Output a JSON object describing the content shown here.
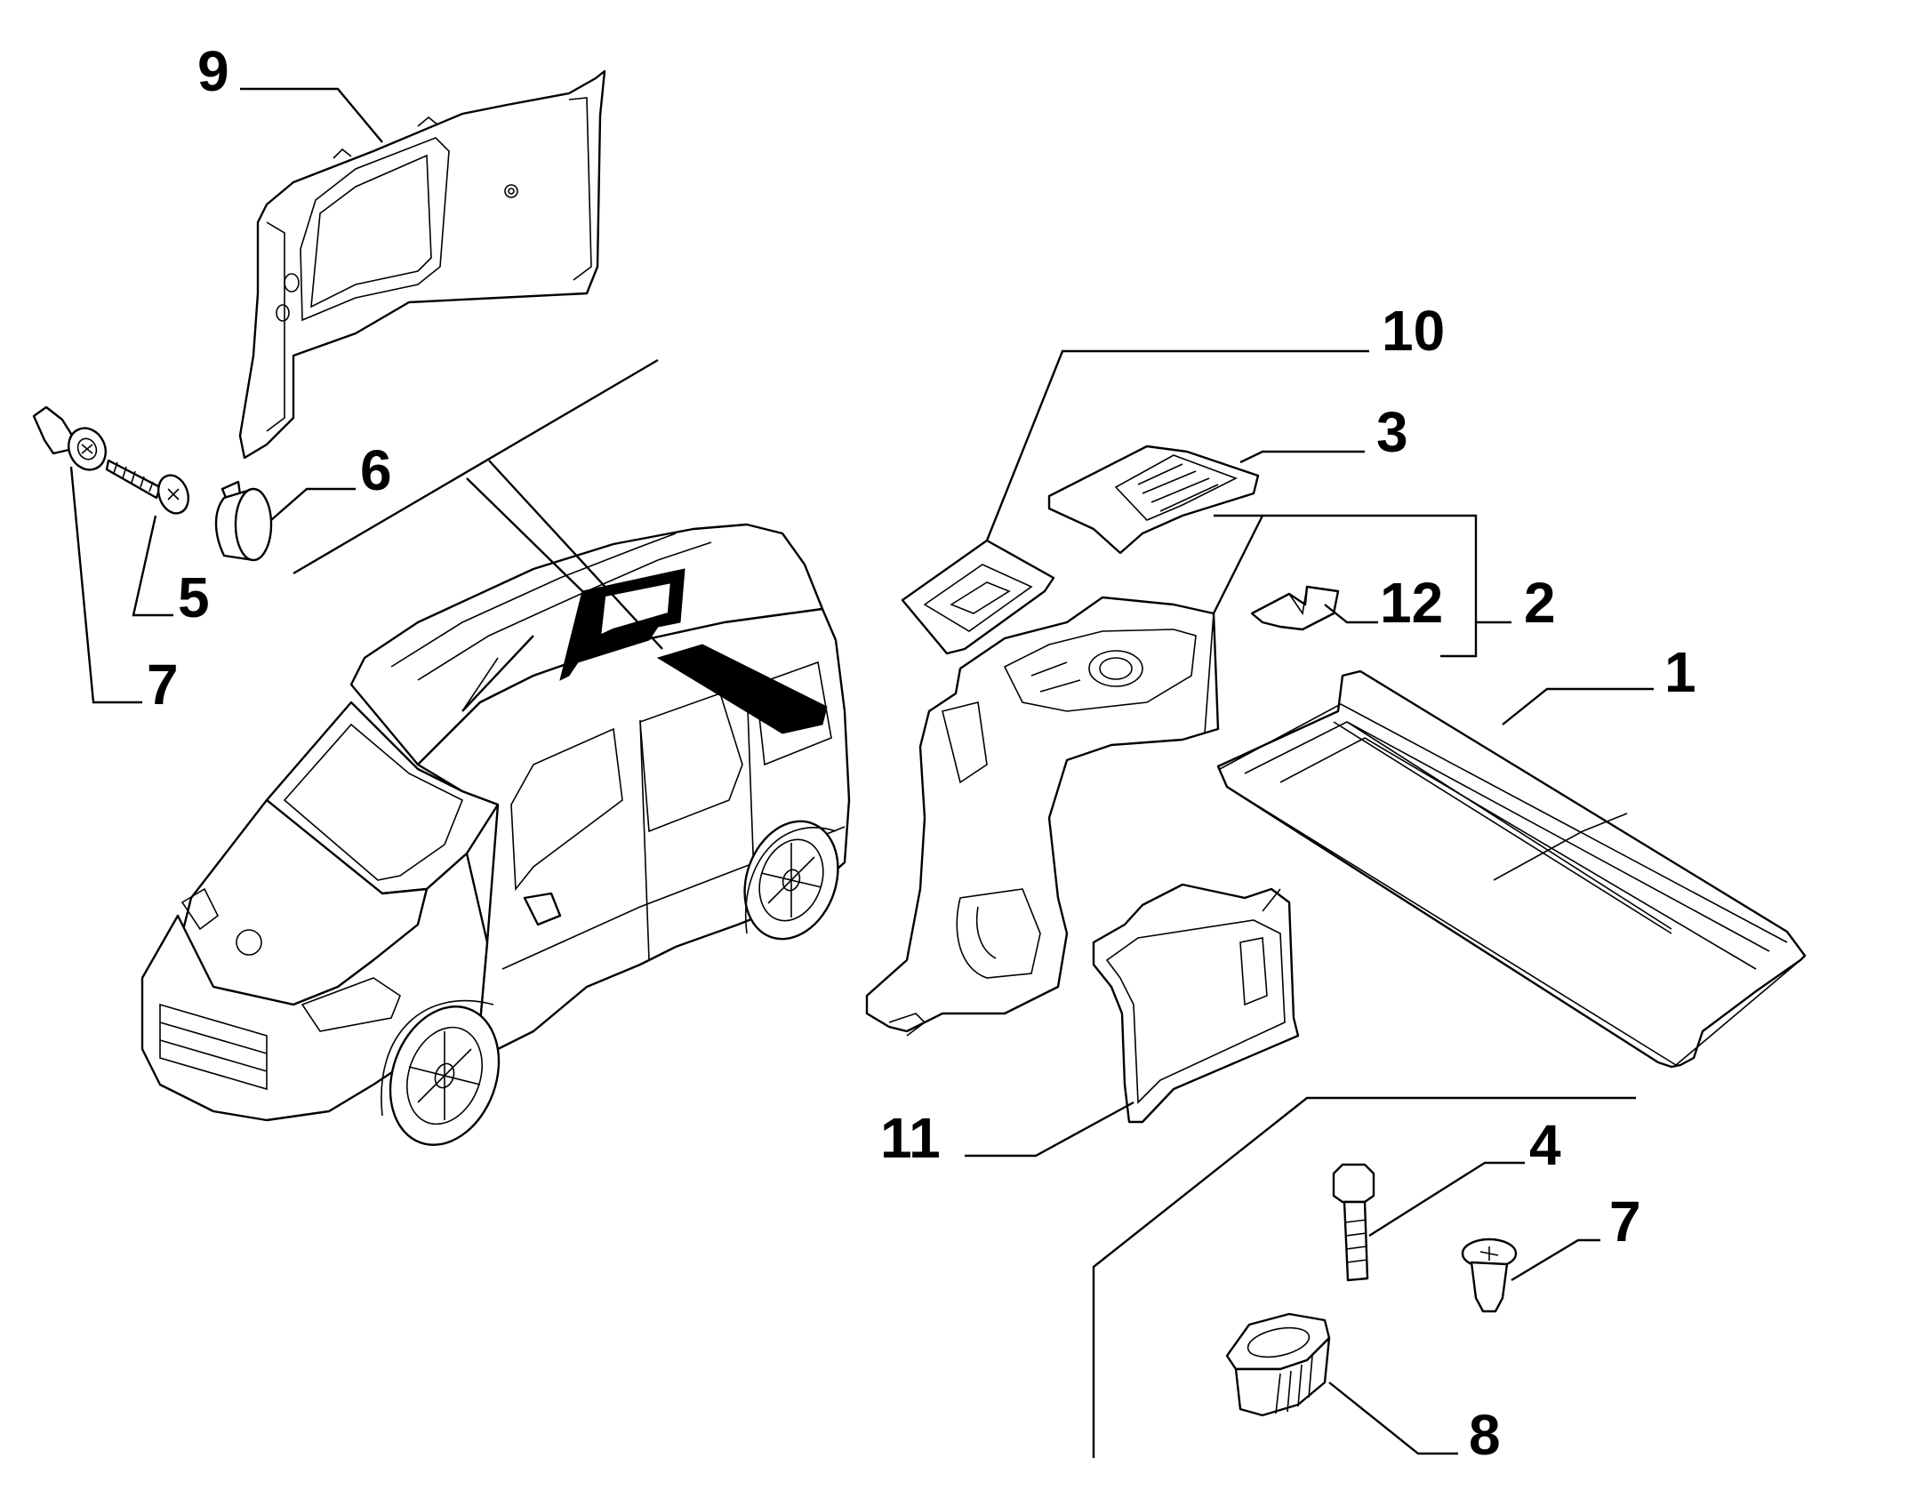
{
  "colors": {
    "line": "#000000",
    "background": "#ffffff"
  },
  "callouts": {
    "c1": "1",
    "c2": "2",
    "c3": "3",
    "c4": "4",
    "c5": "5",
    "c6": "6",
    "c7_left": "7",
    "c7_right": "7",
    "c8": "8",
    "c9": "9",
    "c10": "10",
    "c11": "11",
    "c12": "12"
  }
}
